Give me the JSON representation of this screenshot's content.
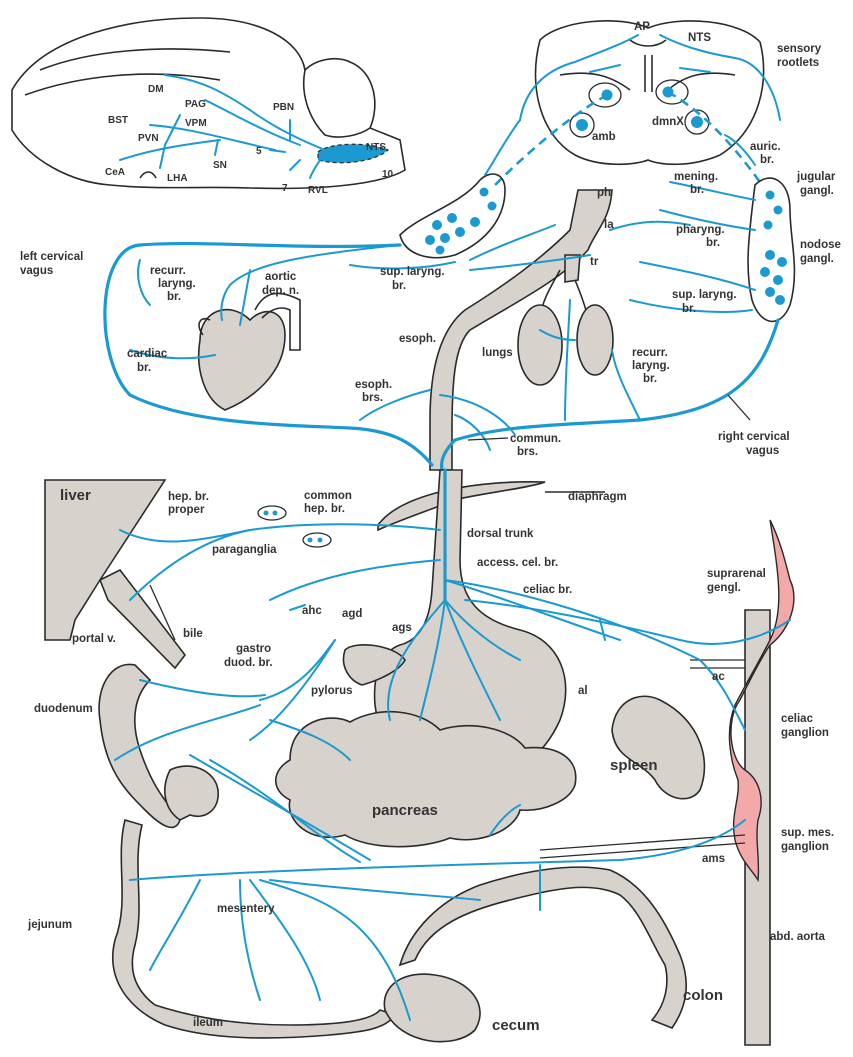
{
  "brain": {
    "DM": "DM",
    "PAG": "PAG",
    "BST": "BST",
    "VPM": "VPM",
    "PBN": "PBN",
    "PVN": "PVN",
    "SN": "SN",
    "five": "5",
    "NTS": "NTS",
    "CeA": "CeA",
    "LHA": "LHA",
    "seven": "7",
    "RVL": "RVL",
    "ten": "10"
  },
  "brainstem": {
    "AP": "AP",
    "NTS": "NTS",
    "sensory_rootlets": [
      "sensory",
      "rootlets"
    ],
    "amb": "amb",
    "dmnX": "dmnX"
  },
  "upper": {
    "auric_br": [
      "auric.",
      "br."
    ],
    "jugular_gangl": [
      "jugular",
      "gangl."
    ],
    "mening_br": [
      "mening.",
      "br."
    ],
    "ph": "ph",
    "la": "la",
    "tr": "tr",
    "pharyng_br": [
      "pharyng.",
      "br."
    ],
    "nodose_gangl": [
      "nodose",
      "gangl."
    ],
    "left_cervical_vagus": [
      "left cervical",
      "vagus"
    ],
    "recurr_laryng_br_left": [
      "recurr.",
      "laryng.",
      "br."
    ],
    "aortic_dep_n": [
      "aortic",
      "dep. n."
    ],
    "sup_laryng_br_left": [
      "sup. laryng.",
      "br."
    ],
    "sup_laryng_br_right": [
      "sup. laryng.",
      "br."
    ],
    "esoph": "esoph.",
    "lungs": "lungs",
    "recurr_laryng_br_right": [
      "recurr.",
      "laryng.",
      "br."
    ],
    "cardiac_br": [
      "cardiac",
      "br."
    ],
    "esoph_brs": [
      "esoph.",
      "brs."
    ],
    "right_cervical_vagus": [
      "right cervical",
      "vagus"
    ],
    "commun_brs": [
      "commun.",
      "brs."
    ]
  },
  "abdomen": {
    "liver": "liver",
    "hep_br_proper": [
      "hep. br.",
      "proper"
    ],
    "common_hep_br": [
      "common",
      "hep. br."
    ],
    "diaphragm": "diaphragm",
    "dorsal_trunk": "dorsal trunk",
    "paraganglia": "paraganglia",
    "access_cel_br": "access. cel. br.",
    "celiac_br": "celiac br.",
    "suprarenal_gengl": [
      "suprarenal",
      "gengl."
    ],
    "ahc": "ahc",
    "agd": "agd",
    "ags": "ags",
    "portal_v": "portal v.",
    "bile": "bile",
    "gastro_duod_br": [
      "gastro",
      "duod. br."
    ],
    "pylorus": "pylorus",
    "ac": "ac",
    "al": "al",
    "duodenum": "duodenum",
    "celiac_ganglion": [
      "celiac",
      "ganglion"
    ],
    "spleen": "spleen",
    "pancreas": "pancreas",
    "sup_mes_ganglion": [
      "sup. mes.",
      "ganglion"
    ],
    "ams": "ams",
    "jejunum": "jejunum",
    "mesentery": "mesentery",
    "abd_aorta": "abd. aorta",
    "colon": "colon",
    "ileum": "ileum",
    "cecum": "cecum"
  }
}
